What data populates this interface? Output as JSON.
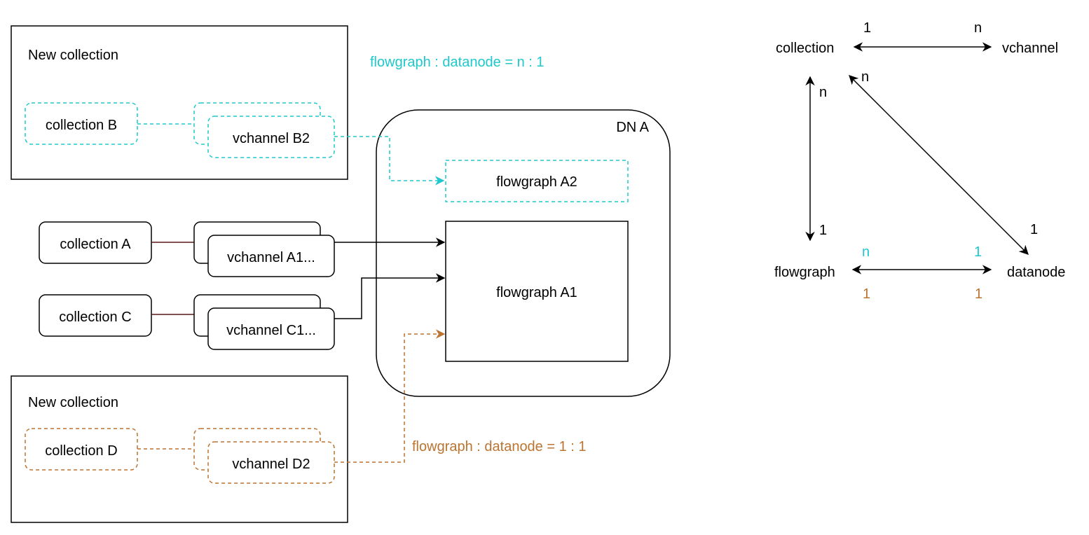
{
  "colors": {
    "cyan": "#1ec8cc",
    "brown": "#bb7431",
    "black": "#000000",
    "dark_red_link": "#5a1a1a"
  },
  "diagram": {
    "new_collection_top": {
      "title": "New collection",
      "collection": "collection B",
      "vchannel": "vchannel B2"
    },
    "new_collection_bottom": {
      "title": "New collection",
      "collection": "collection D",
      "vchannel": "vchannel D2"
    },
    "collection_a": "collection A",
    "vchannel_a": "vchannel A1...",
    "collection_c": "collection C",
    "vchannel_c": "vchannel C1...",
    "datanode": {
      "title": "DN A",
      "flowgraph_a1": "flowgraph A1",
      "flowgraph_a2": "flowgraph A2"
    },
    "ratio_labels": {
      "cyan": "flowgraph : datanode = n : 1",
      "brown": "flowgraph : datanode = 1 : 1"
    }
  },
  "relations": {
    "nodes": {
      "collection": "collection",
      "vchannel": "vchannel",
      "flowgraph": "flowgraph",
      "datanode": "datanode"
    },
    "collection_vchannel": {
      "collection_side": "1",
      "vchannel_side": "n"
    },
    "collection_flowgraph": {
      "collection_side": "n",
      "flowgraph_side": "1"
    },
    "collection_datanode": {
      "collection_side": "n",
      "datanode_side": "1"
    },
    "flowgraph_datanode_cyan": {
      "flowgraph_side": "n",
      "datanode_side": "1"
    },
    "flowgraph_datanode_brown": {
      "flowgraph_side": "1",
      "datanode_side": "1"
    }
  }
}
